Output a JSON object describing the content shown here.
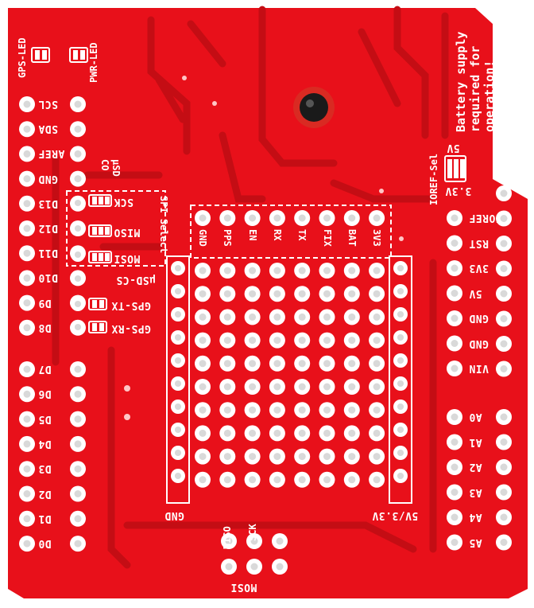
{
  "board": {
    "colors": {
      "pcb": "#e8101a",
      "pcb_dark": "#c40d14",
      "pad": "#ffffff",
      "hole": "#d9d9d9",
      "silk": "#ffffff"
    },
    "leds": {
      "gps": "GPS-LED",
      "pwr": "PWR-LED"
    },
    "left_pins": [
      "SCL",
      "SDA",
      "AREF",
      "GND",
      "D13",
      "D12",
      "D11",
      "D10",
      "D9",
      "D8"
    ],
    "left_pins_lower": [
      "D7",
      "D6",
      "D5",
      "D4",
      "D3",
      "D2",
      "D1",
      "D0"
    ],
    "right_pins": [
      "IOREF",
      "RST",
      "3V3",
      "5V",
      "GND",
      "GND",
      "VIN"
    ],
    "right_pins_analog": [
      "A0",
      "A1",
      "A2",
      "A3",
      "A4",
      "A5"
    ],
    "gps_header": [
      "GND",
      "PPS",
      "EN",
      "RX",
      "TX",
      "FIX",
      "BAT",
      "3V3"
    ],
    "spi": {
      "sck": "SCK",
      "miso": "MISO",
      "mosi": "MOSI",
      "select": "SPI Select",
      "usd_cs": "µSD-CS",
      "usd": "µSD",
      "co": "CO"
    },
    "gps_tx": "GPS-TX",
    "gps_rx": "GPS-RX",
    "ioref_sel": "IOREF-Sel",
    "ioref_5v": "5V",
    "ioref_33v": "3.3V",
    "note": [
      "Battery supply",
      "required for",
      "operation!"
    ],
    "proto_gnd": "GND",
    "proto_5v": "5V/3.3V",
    "icsp": {
      "miso": "MISO",
      "sck": "SCK",
      "mosi": "MOSI"
    }
  }
}
